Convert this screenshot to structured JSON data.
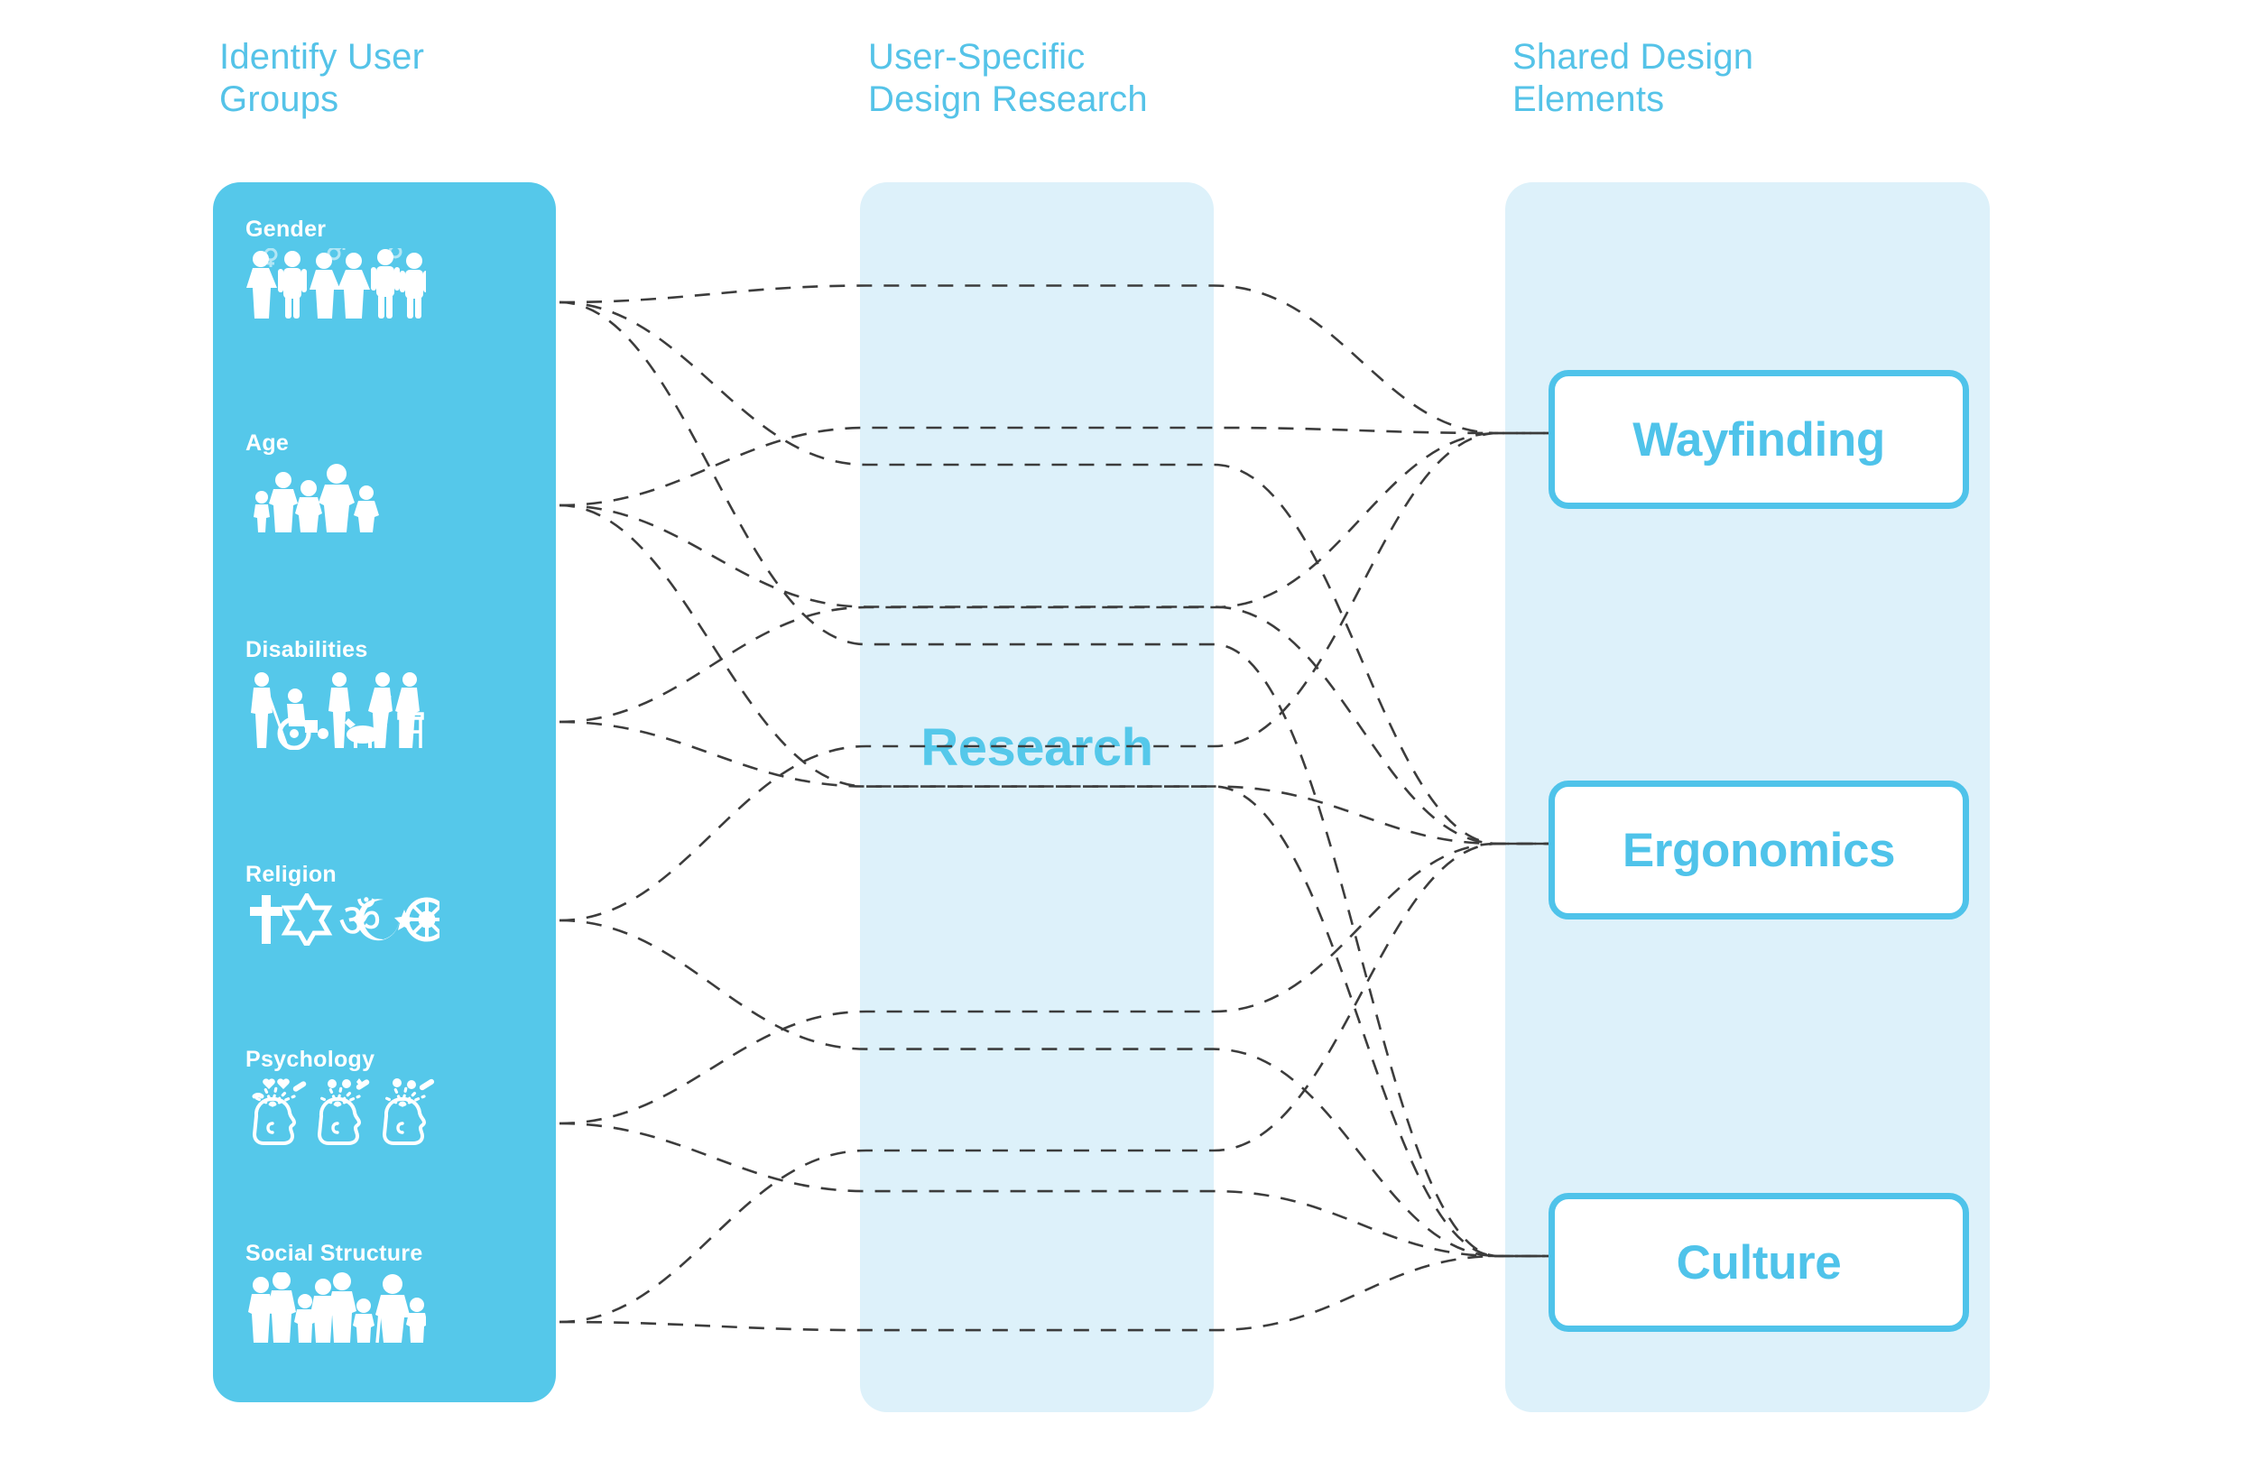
{
  "columns": {
    "left": {
      "title": "Identify User\nGroups"
    },
    "middle": {
      "title": "User-Specific\nDesign Research",
      "label": "Research"
    },
    "right": {
      "title": "Shared Design\nElements"
    }
  },
  "user_groups": [
    {
      "label": "Gender",
      "icon": "gender-people-icon"
    },
    {
      "label": "Age",
      "icon": "age-people-icon"
    },
    {
      "label": "Disabilities",
      "icon": "disabilities-people-icon"
    },
    {
      "label": "Religion",
      "icon": "religion-symbols-icon"
    },
    {
      "label": "Psychology",
      "icon": "psychology-head-icon"
    },
    {
      "label": "Social Structure",
      "icon": "social-structure-people-icon"
    }
  ],
  "design_elements": [
    {
      "label": "Wayfinding"
    },
    {
      "label": "Ergonomics"
    },
    {
      "label": "Culture"
    }
  ],
  "colors": {
    "brand_blue": "#55c8ea",
    "header_blue": "#55c3e8",
    "panel_pale": "#ddf1fa",
    "box_border": "#4fc3ea",
    "link_dash": "#3c3c3c",
    "background": "#ffffff",
    "icon_white": "#ffffff"
  },
  "chart_data": {
    "type": "diagram",
    "title": "Inclusive design research flow",
    "nodes": {
      "sources": [
        "Gender",
        "Age",
        "Disabilities",
        "Religion",
        "Psychology",
        "Social Structure"
      ],
      "stage": "Research",
      "targets": [
        "Wayfinding",
        "Ergonomics",
        "Culture"
      ]
    },
    "links": [
      {
        "from": "Gender",
        "to": "Wayfinding"
      },
      {
        "from": "Gender",
        "to": "Ergonomics"
      },
      {
        "from": "Gender",
        "to": "Culture"
      },
      {
        "from": "Age",
        "to": "Wayfinding"
      },
      {
        "from": "Age",
        "to": "Ergonomics"
      },
      {
        "from": "Age",
        "to": "Culture"
      },
      {
        "from": "Disabilities",
        "to": "Wayfinding"
      },
      {
        "from": "Disabilities",
        "to": "Ergonomics"
      },
      {
        "from": "Religion",
        "to": "Wayfinding"
      },
      {
        "from": "Religion",
        "to": "Culture"
      },
      {
        "from": "Psychology",
        "to": "Ergonomics"
      },
      {
        "from": "Psychology",
        "to": "Culture"
      },
      {
        "from": "Social Structure",
        "to": "Ergonomics"
      },
      {
        "from": "Social Structure",
        "to": "Culture"
      }
    ]
  }
}
